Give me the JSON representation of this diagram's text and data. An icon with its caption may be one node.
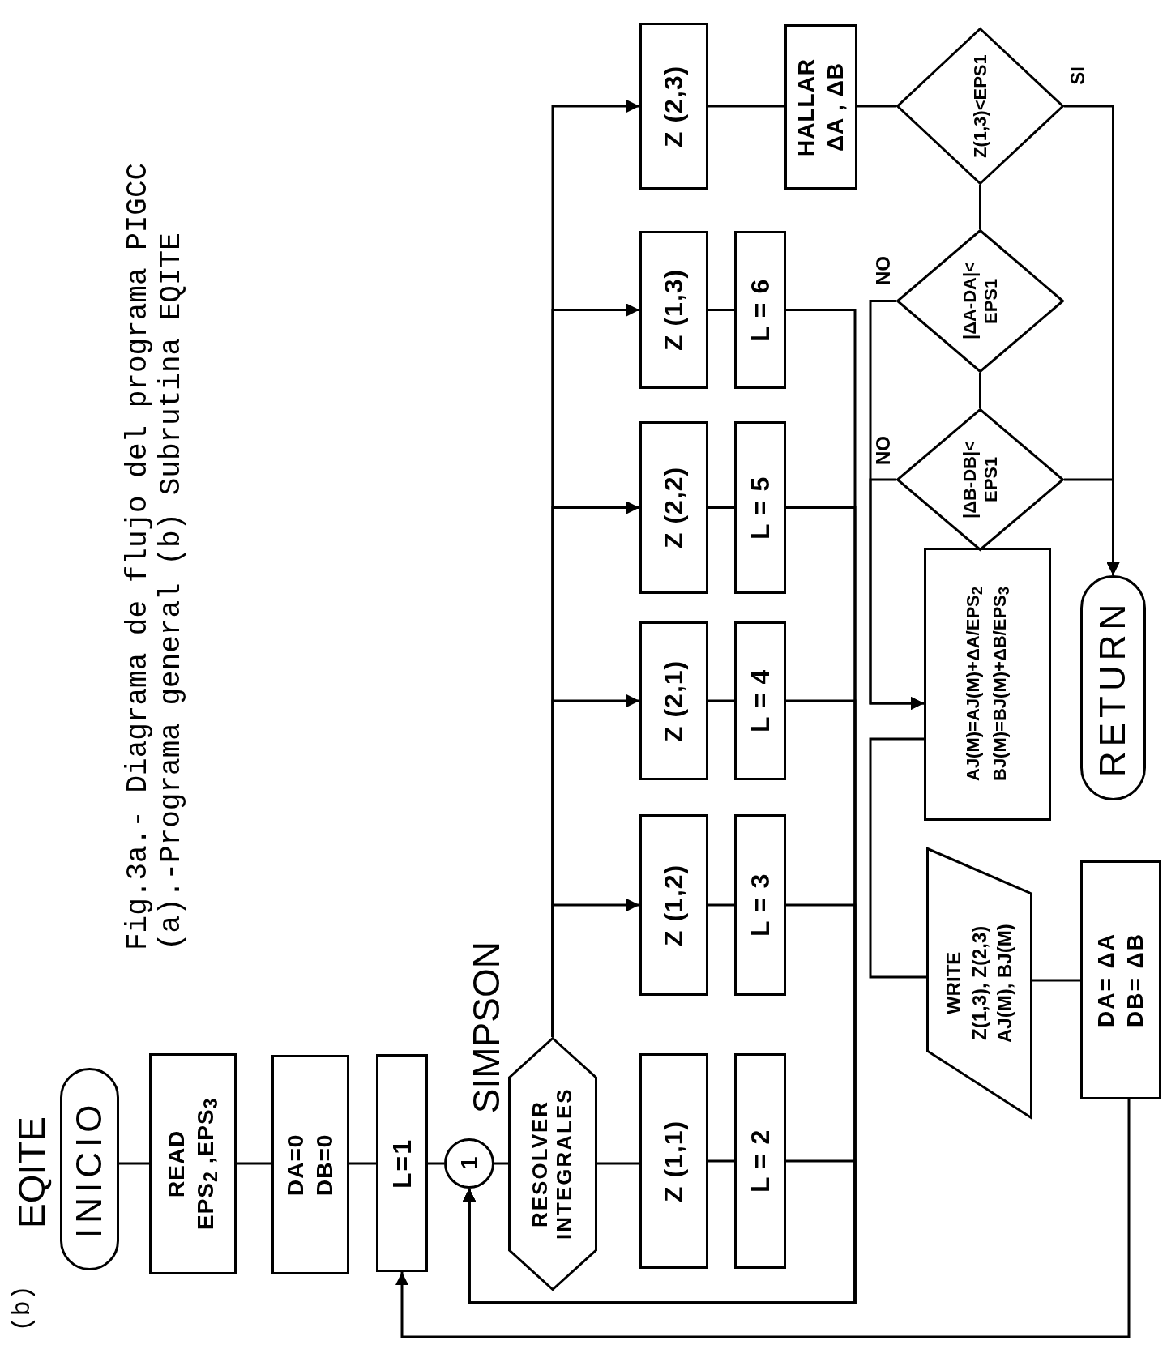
{
  "diagram": {
    "title": "EQITE",
    "caption": "Fig.3a.- Diagrama de flujo del programa PIGCC (a).-Programa general (b) Subrutina EQITE",
    "nodes": [
      {
        "text": [
          "INICIO"
        ]
      },
      {
        "text": [
          "READ",
          "EPS$_{2}$ ,EPS$_{3}$"
        ]
      },
      {
        "text": [
          "DA=0",
          "DB=0"
        ]
      },
      {
        "text": [
          "L=1"
        ]
      },
      {
        "text": [
          "1"
        ]
      },
      {
        "text": [
          "RESOLVER INTEGRALES"
        ],
        "beside": [
          "SIMPSON"
        ]
      },
      {
        "text": [
          "Z (1,1)"
        ]
      },
      {
        "text": [
          "L = 2"
        ]
      },
      {
        "text": [
          "Z (1,2)"
        ]
      },
      {
        "text": [
          "L = 3"
        ]
      },
      {
        "text": [
          "Z (2,1)"
        ]
      },
      {
        "text": [
          "L = 4"
        ]
      },
      {
        "text": [
          "Z (2,2)"
        ]
      },
      {
        "text": [
          "L = 5"
        ]
      },
      {
        "text": [
          "Z (1,3)"
        ]
      },
      {
        "text": [
          "L = 6"
        ]
      },
      {
        "text": [
          "Z (2,3)"
        ]
      },
      {
        "text": [
          "HALLAR",
          "ΔA , ΔB"
        ]
      },
      {
        "text": [
          "Z(1,3)<EPS1"
        ]
      },
      {
        "text": [
          "|ΔA-DA|< EPS1"
        ]
      },
      {
        "text": [
          "|ΔB-DB|< EPS1"
        ]
      },
      {
        "text": [
          "AJ(M)=AJ(M)+ΔA/EPS$_{2}$",
          "BJ(M)=BJ(M)+ΔB/EPS$_{3}$"
        ]
      },
      {
        "text": [
          "RETURN"
        ]
      },
      {
        "text": [
          "WRITE",
          "Z(1,3), Z(2,3)",
          "AJ(M), BJ(M)"
        ]
      },
      {
        "text": [
          "DA= ΔA",
          "DB= ΔB"
        ]
      }
    ],
    "edges": [
      {
        "from": 0,
        "to": 1,
        "arrow": "none"
      },
      {
        "from": 1,
        "to": 2,
        "arrow": "none"
      },
      {
        "from": 2,
        "to": 3,
        "arrow": "none"
      },
      {
        "from": 3,
        "to": 4,
        "arrow": "none"
      },
      {
        "from": 4,
        "to": 5,
        "arrow": "none"
      },
      {
        "from": 5,
        "to": 6,
        "arrow": "none"
      },
      {
        "from": 5,
        "to": 8,
        "arrow": "to"
      },
      {
        "from": 5,
        "to": 10,
        "arrow": "to"
      },
      {
        "from": 5,
        "to": 12,
        "arrow": "to"
      },
      {
        "from": 5,
        "to": 14,
        "arrow": "to"
      },
      {
        "from": 5,
        "to": 16,
        "arrow": "to"
      },
      {
        "from": 6,
        "to": 7,
        "arrow": "none"
      },
      {
        "from": 8,
        "to": 9,
        "arrow": "none"
      },
      {
        "from": 10,
        "to": 11,
        "arrow": "none"
      },
      {
        "from": 12,
        "to": 13,
        "arrow": "none"
      },
      {
        "from": 14,
        "to": 15,
        "arrow": "none"
      },
      {
        "from": 16,
        "to": 17,
        "arrow": "none"
      },
      {
        "from": 7,
        "to": 4,
        "arrow": "to"
      },
      {
        "from": 9,
        "to": 4,
        "arrow": "to"
      },
      {
        "from": 11,
        "to": 4,
        "arrow": "to"
      },
      {
        "from": 13,
        "to": 4,
        "arrow": "to"
      },
      {
        "from": 15,
        "to": 4,
        "arrow": "to"
      },
      {
        "from": 17,
        "to": 18,
        "arrow": "none"
      },
      {
        "from": 18,
        "to": 22,
        "arrow": "to",
        "label": "SI"
      },
      {
        "from": 18,
        "to": 19,
        "arrow": "none"
      },
      {
        "from": 19,
        "to": 21,
        "arrow": "to",
        "label": "NO"
      },
      {
        "from": 19,
        "to": 20,
        "arrow": "none"
      },
      {
        "from": 20,
        "to": 21,
        "arrow": "to",
        "label": "NO"
      },
      {
        "from": 20,
        "to": 22,
        "arrow": "to"
      },
      {
        "from": 21,
        "to": 23,
        "arrow": "none"
      },
      {
        "from": 23,
        "to": 24,
        "arrow": "none"
      },
      {
        "from": 24,
        "to": 3,
        "arrow": "to"
      }
    ],
    "labels": [
      "(b)"
    ]
  }
}
